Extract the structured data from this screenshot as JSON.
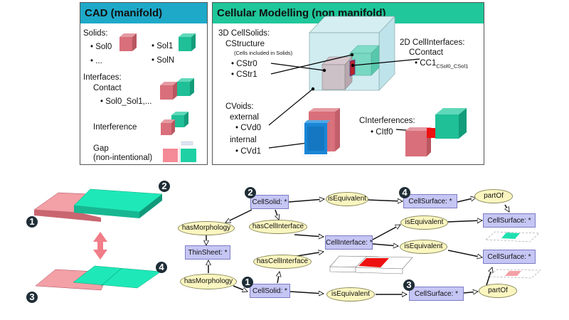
{
  "colors": {
    "cad_header": "#1ea9c9",
    "cellular_header": "#1fc79a",
    "solid_pink": "#d96f7a",
    "solid_green": "#1fbf97",
    "node_fill": "#c6c6f5",
    "ellipse_fill": "#fbf6c0",
    "badge": "#1f2d36",
    "interface_red": "#ee1111",
    "void_blue": "#1a86d6"
  },
  "cad_panel": {
    "title": "CAD (manifold)",
    "solids_label": "Solids:",
    "solids": [
      "Sol0",
      "...",
      "Sol1",
      "SolN"
    ],
    "interfaces_label": "Interfaces:",
    "contact_label": "Contact",
    "contact_item": "Sol0_Sol1,...",
    "interference_label": "Interference",
    "gap_label": "Gap",
    "gap_sublabel": "(non-intentional)"
  },
  "cellular_panel": {
    "title": "Cellular Modelling (non manifold)",
    "cellsolids_label": "3D CellSolids:",
    "cstructure_label": "CStructure",
    "cstructure_note": "(Cells included in Solids)",
    "cstructure_items": [
      "CStr0",
      "CStr1"
    ],
    "cellinterfaces_label": "2D CellInterfaces:",
    "ccontact_label": "CContact",
    "ccontact_item": "CC1",
    "ccontact_subscript": "CSol0_CSol1",
    "cvoids_label": "CVoids:",
    "external_label": "external",
    "external_item": "CVd0",
    "internal_label": "internal",
    "internal_item": "CVd1",
    "cinterferences_label": "CInterferences:",
    "cinterference_item": "CItf0"
  },
  "illustration": {
    "badges": [
      "1",
      "2",
      "3",
      "4"
    ]
  },
  "graph": {
    "nodes": {
      "cellsolid_top": "CellSolid: *",
      "cellsolid_bottom": "CellSolid: *",
      "thinsheet": "ThinSheet: *",
      "cellinterface": "CellInterface: *",
      "cellsurface_top": "CellSurface: *",
      "cellsurface_mid1": "CellSurface: *",
      "cellsurface_mid2": "CellSurface: *",
      "cellsurface_bottom": "CellSurface: *"
    },
    "relations": {
      "isequivalent_top": "isEquivalent",
      "isequivalent_mid1": "isEquivalent",
      "isequivalent_mid2": "isEquivalent",
      "isequivalent_bottom": "isEquivalent",
      "hasmorphology_top": "hasMorphology",
      "hasmorphology_bottom": "hasMorphology",
      "hascellinterface_top": "hasCellInterface",
      "hascellinterface_bottom": "hasCellInterface",
      "partof_top": "partOf",
      "partof_bottom": "partOf"
    },
    "badges": {
      "cellsolid_top": "2",
      "cellsolid_bottom": "1",
      "cellsurface_top": "4",
      "cellsurface_bottom": "3"
    }
  }
}
